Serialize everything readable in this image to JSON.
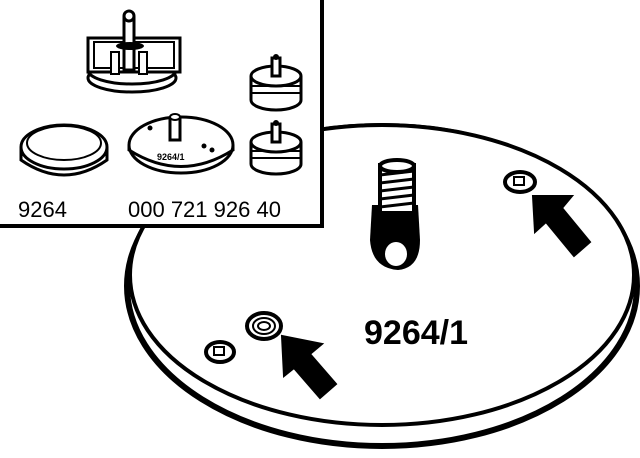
{
  "diagram": {
    "main_label": "9264/1",
    "inset": {
      "tool_set_label": "9264",
      "part_number_label": "000 721 926 40",
      "small_plate_label": "9264/1"
    }
  },
  "colors": {
    "ink": "#000000",
    "paper": "#ffffff"
  }
}
